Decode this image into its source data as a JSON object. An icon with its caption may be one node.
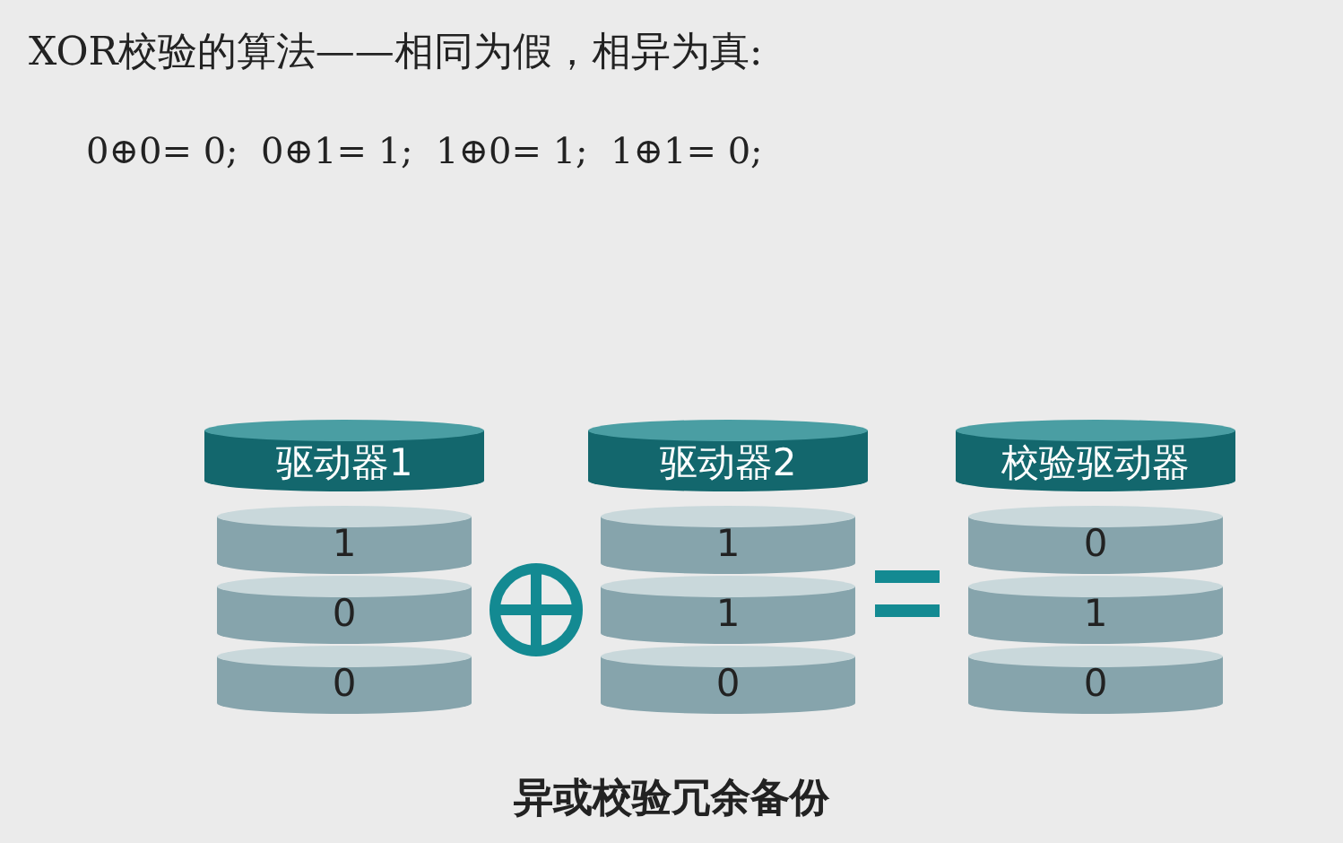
{
  "diagram": {
    "title": "XOR校验的算法——相同为假，相异为真:",
    "caption": "异或校验冗余备份",
    "nodes": [
      {
        "text": [
          "驱动器1"
        ]
      },
      {
        "text": [
          "1"
        ]
      },
      {
        "text": [
          "0"
        ]
      },
      {
        "text": [
          "0"
        ]
      },
      {
        "text": [
          "驱动器2"
        ]
      },
      {
        "text": [
          "1"
        ]
      },
      {
        "text": [
          "1"
        ]
      },
      {
        "text": [
          "0"
        ]
      },
      {
        "text": [
          "校验驱动器"
        ]
      },
      {
        "text": [
          "0"
        ]
      },
      {
        "text": [
          "1"
        ]
      },
      {
        "text": [
          "0"
        ]
      }
    ],
    "edges": [],
    "labels": [
      "0⊕0= 0;  0⊕1= 1;  1⊕0= 1;  1⊕1= 0;"
    ]
  }
}
